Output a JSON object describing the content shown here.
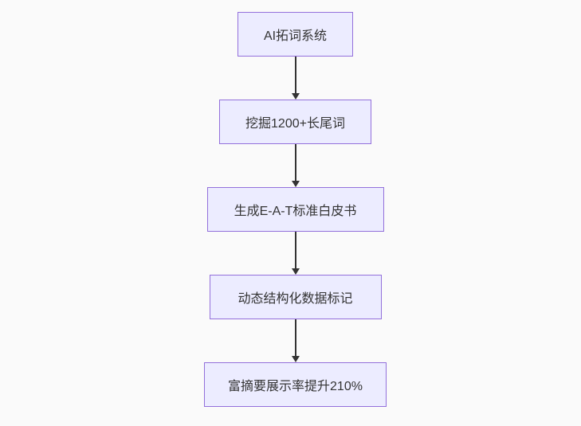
{
  "colors": {
    "background": "#fafafa",
    "node_fill": "#ECECFF",
    "node_border": "#9370DB",
    "arrow": "#333333",
    "text": "#333333"
  },
  "flowchart": {
    "type": "flowchart",
    "direction": "top-down",
    "nodes": [
      {
        "id": "step-1",
        "label": "AI拓词系统"
      },
      {
        "id": "step-2",
        "label": "挖掘1200+长尾词"
      },
      {
        "id": "step-3",
        "label": "生成E-A-T标准白皮书"
      },
      {
        "id": "step-4",
        "label": "动态结构化数据标记"
      },
      {
        "id": "step-5",
        "label": "富摘要展示率提升210%"
      }
    ],
    "edges": [
      {
        "from": "AI拓词系统",
        "to": "挖掘1200+长尾词"
      },
      {
        "from": "挖掘1200+长尾词",
        "to": "生成E-A-T标准白皮书"
      },
      {
        "from": "生成E-A-T标准白皮书",
        "to": "动态结构化数据标记"
      },
      {
        "from": "动态结构化数据标记",
        "to": "富摘要展示率提升210%"
      }
    ]
  }
}
